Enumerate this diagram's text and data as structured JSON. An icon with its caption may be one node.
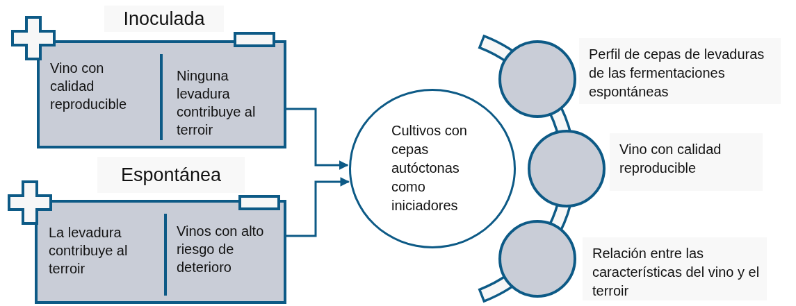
{
  "diagram": {
    "nodes": [
      {
        "text": [
          "Inoculada",
          "Vino con calidad reproducible",
          "Ninguna levadura contribuye al terroir"
        ]
      },
      {
        "text": [
          "Espontánea",
          "La levadura contribuye al terroir",
          "Vinos con alto riesgo de deterioro"
        ]
      },
      {
        "text": [
          "Cultivos con cepas autóctonas como iniciadores"
        ]
      },
      {
        "text": [],
        "shape": "circle",
        "beside": [
          "Perfil de cepas de levaduras de las fermentaciones espontáneas"
        ]
      },
      {
        "text": [],
        "shape": "circle",
        "beside": [
          "Vino con calidad reproducible"
        ]
      },
      {
        "text": [],
        "shape": "circle",
        "beside": [
          "Relación entre las características del vino y el terroir"
        ]
      }
    ],
    "edges": [
      {
        "from": 0,
        "to": 2,
        "arrow": "to"
      },
      {
        "from": 1,
        "to": 2,
        "arrow": "to"
      }
    ]
  }
}
